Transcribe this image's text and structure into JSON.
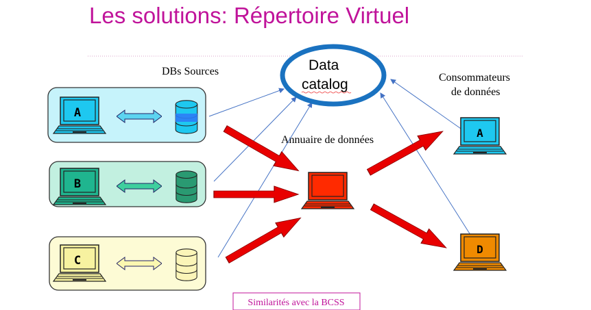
{
  "title": "Les solutions: Répertoire Virtuel",
  "catalog": {
    "line1": "Data",
    "line2": "catalog"
  },
  "labels": {
    "sources": "DBs Sources",
    "consumers_line1": "Consommateurs",
    "consumers_line2": "de données",
    "directory": "Annuaire de données"
  },
  "sources": [
    {
      "letter": "A",
      "color": "#1ec8f0",
      "box": "#c6f3fb"
    },
    {
      "letter": "B",
      "color": "#1fb58f",
      "box": "#c2f0e0"
    },
    {
      "letter": "C",
      "color": "#f7f2a0",
      "box": "#fdfbd5"
    }
  ],
  "consumers": [
    {
      "letter": "A",
      "color": "#1ec8f0"
    },
    {
      "letter": "D",
      "color": "#f08a00"
    }
  ],
  "footer_note": "Similarités avec la BCSS",
  "colors": {
    "title": "#c0139a",
    "catalog_ring": "#1a72c0",
    "arrow": "#e80000",
    "directory": "#ff2a00"
  }
}
